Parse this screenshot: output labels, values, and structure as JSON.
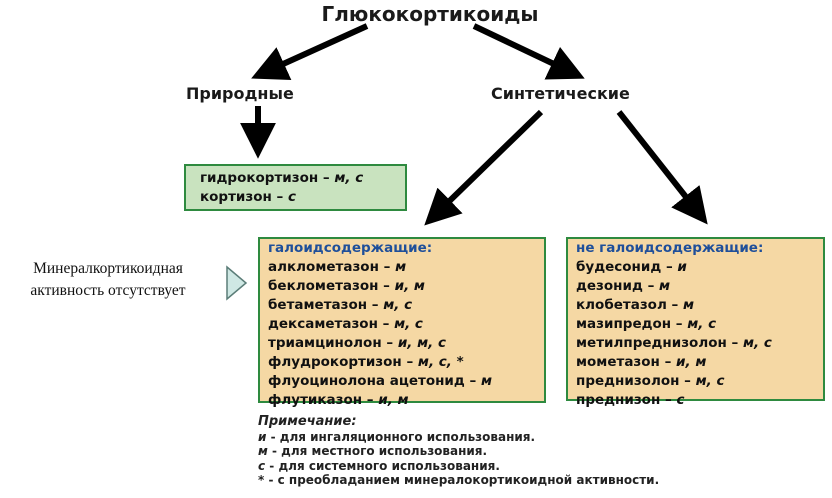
{
  "title": "Глюкокортикоиды",
  "branches": {
    "natural": "Природные",
    "synthetic": "Синтетические"
  },
  "natural_box": {
    "items": [
      {
        "name": "гидрокортизон",
        "usage": "м, с"
      },
      {
        "name": "кортизон",
        "usage": "с"
      }
    ]
  },
  "halogenated_box": {
    "title": "галоидсодержащие:",
    "items": [
      {
        "name": "алклометазон",
        "usage": "м"
      },
      {
        "name": "беклометазон",
        "usage": "и, м"
      },
      {
        "name": "бетаметазон",
        "usage": "м, с"
      },
      {
        "name": "дексаметазон",
        "usage": "м, с"
      },
      {
        "name": "триамцинолон",
        "usage": "и, м, с"
      },
      {
        "name": "флудрокортизон",
        "usage": "м, с, *"
      },
      {
        "name": "флуоцинолона ацетонид",
        "usage": "м"
      },
      {
        "name": "флутиказон",
        "usage": "и, м"
      }
    ]
  },
  "non_halogenated_box": {
    "title": "не галоидсодержащие:",
    "items": [
      {
        "name": "будесонид",
        "usage": "и"
      },
      {
        "name": "дезонид",
        "usage": "м"
      },
      {
        "name": "клобетазол",
        "usage": "м"
      },
      {
        "name": "мазипредон",
        "usage": "м, с"
      },
      {
        "name": "метилпреднизолон",
        "usage": "м, с"
      },
      {
        "name": "мометазон",
        "usage": "и, м"
      },
      {
        "name": "преднизолон",
        "usage": "м, с"
      },
      {
        "name": "преднизон",
        "usage": "с"
      }
    ]
  },
  "side_note": {
    "line1": "Минералкортикоидная",
    "line2": "активность отсутствует"
  },
  "note": {
    "title": "Примечание:",
    "rows": [
      {
        "key": "и",
        "text": " - для ингаляционного использования."
      },
      {
        "key": "м",
        "text": " - для местного использования."
      },
      {
        "key": "с",
        "text": " - для системного использования."
      },
      {
        "key": "*",
        "text": " - с преобладанием минералокортикоидной активности."
      }
    ]
  },
  "colors": {
    "natural_fill": "#c9e3bf",
    "synthetic_fill": "#f5d8a4",
    "box_border": "#2e8a3f",
    "subtitle_blue": "#1f4f9a",
    "pointer_fill": "#cfe8e4"
  }
}
